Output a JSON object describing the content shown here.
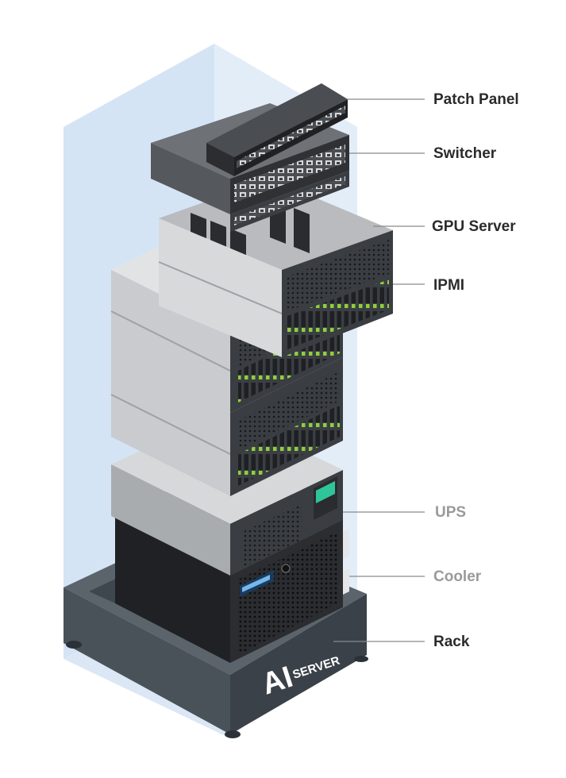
{
  "labels": {
    "patch_panel": "Patch Panel",
    "switcher": "Switcher",
    "gpu_server": "GPU Server",
    "ipmi": "IPMI",
    "ups": "UPS",
    "cooler": "Cooler",
    "rack": "Rack"
  },
  "base_text": {
    "ai": "AI",
    "server": "SERVER"
  },
  "colors": {
    "label_dark": "#2b2b2b",
    "label_muted": "#9a9a9a",
    "glass": "#cfe0f3",
    "led_green": "#8ed03a",
    "ups_screen": "#2fc59a"
  }
}
